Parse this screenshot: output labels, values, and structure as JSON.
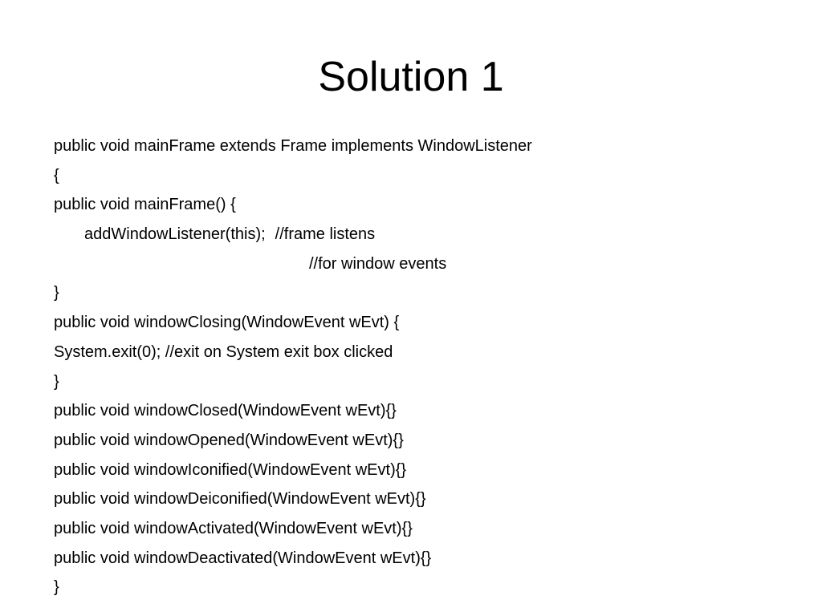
{
  "slide": {
    "title": "Solution 1",
    "lines": [
      "public void mainFrame extends Frame implements WindowListener",
      "{",
      "public void mainFrame() {",
      "addWindowListener(this);",
      "//frame listens",
      "//for window events",
      "}",
      "public void windowClosing(WindowEvent wEvt) {",
      "System.exit(0); //exit on System exit box clicked",
      "}",
      "public void windowClosed(WindowEvent wEvt){}",
      "public void windowOpened(WindowEvent wEvt){}",
      "public void windowIconified(WindowEvent wEvt){}",
      "public void windowDeiconified(WindowEvent wEvt){}",
      "public void windowActivated(WindowEvent wEvt){}",
      "public void windowDeactivated(WindowEvent wEvt){}",
      "}"
    ]
  }
}
